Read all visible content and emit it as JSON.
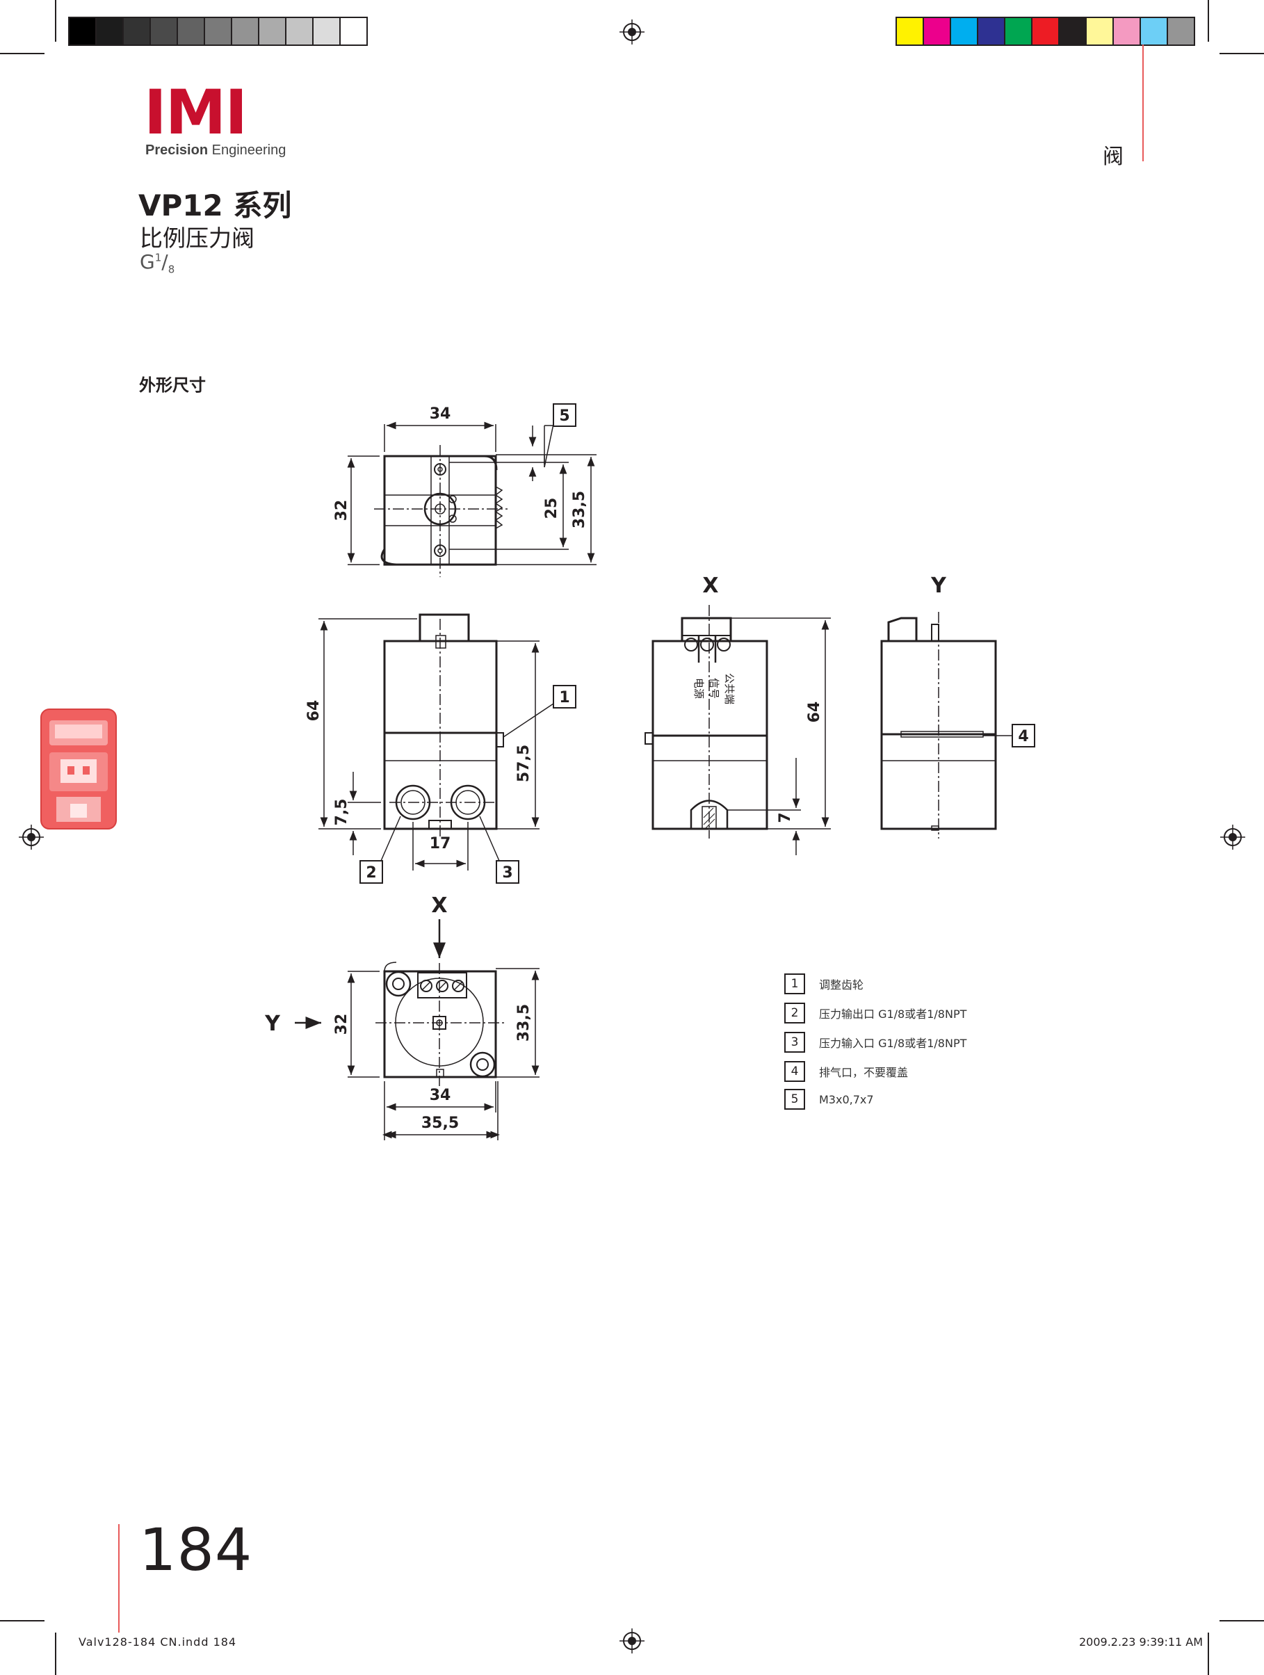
{
  "header": {
    "brand": "IMI",
    "brand_sub_bold": "Precision",
    "brand_sub_rest": " Engineering",
    "section_tab": "阀"
  },
  "product": {
    "title": "VP12 系列",
    "subtitle": "比例压力阀",
    "size_main": "G",
    "size_num": "1",
    "size_den": "8"
  },
  "section_heading": "外形尺寸",
  "drawing": {
    "top_view": {
      "dim_width": "34",
      "dim_height": "32",
      "dim_25": "25",
      "dim_33_5": "33,5",
      "callout": "5"
    },
    "front_view": {
      "dim_64": "64",
      "dim_57_5": "57,5",
      "dim_7_5": "7,5",
      "dim_17": "17",
      "callout_1": "1",
      "callout_2": "2",
      "callout_3": "3"
    },
    "view_x": {
      "label": "X",
      "dim_64": "64",
      "dim_7": "7",
      "terminal_1": "电源",
      "terminal_2": "信号",
      "terminal_3": "公共端"
    },
    "view_y": {
      "label": "Y",
      "callout_4": "4"
    },
    "bottom_view": {
      "label_x": "X",
      "label_y": "Y",
      "dim_32": "32",
      "dim_33_5": "33,5",
      "dim_34": "34",
      "dim_35_5": "35,5"
    }
  },
  "legend": [
    {
      "num": "1",
      "text": "调整齿轮"
    },
    {
      "num": "2",
      "text": "压力输出口 G1/8或者1/8NPT"
    },
    {
      "num": "3",
      "text": "压力输入口 G1/8或者1/8NPT"
    },
    {
      "num": "4",
      "text": "排气口，不要覆盖"
    },
    {
      "num": "5",
      "text": "M3x0,7x7"
    }
  ],
  "page_number": "184",
  "footer": {
    "file": "Valv128-184 CN.indd   184",
    "timestamp": "2009.2.23   9:39:11 AM"
  },
  "colors": {
    "brand_red": "#c8102e",
    "ink": "#231f20",
    "tab_red": "#e85a5a"
  }
}
